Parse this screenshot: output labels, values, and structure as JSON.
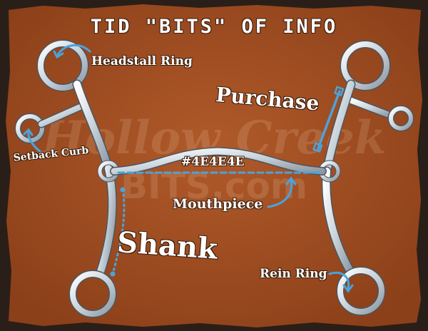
{
  "title": "TID \"BITS\" OF INFO",
  "labels": {
    "headstall_ring": "Headstall Ring",
    "setback_curb": "Setback Curb",
    "purchase": "Purchase",
    "mouthpiece_color": "#4E4E4E",
    "mouthpiece": "Mouthpiece",
    "shank": "Shank",
    "rein_ring": "Rein Ring"
  },
  "colors": {
    "panel": "#a24e22",
    "frame": "#2a1f18",
    "accent": "#4aa3dd",
    "metal": "#e8eef2"
  }
}
